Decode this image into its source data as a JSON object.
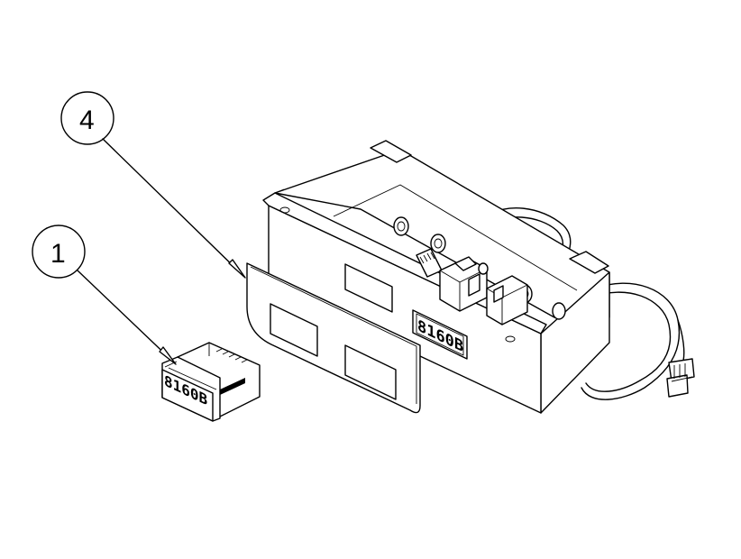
{
  "callouts": [
    {
      "id": "callout-4",
      "label": "4"
    },
    {
      "id": "callout-1",
      "label": "1"
    }
  ],
  "display_readout": "8160B"
}
